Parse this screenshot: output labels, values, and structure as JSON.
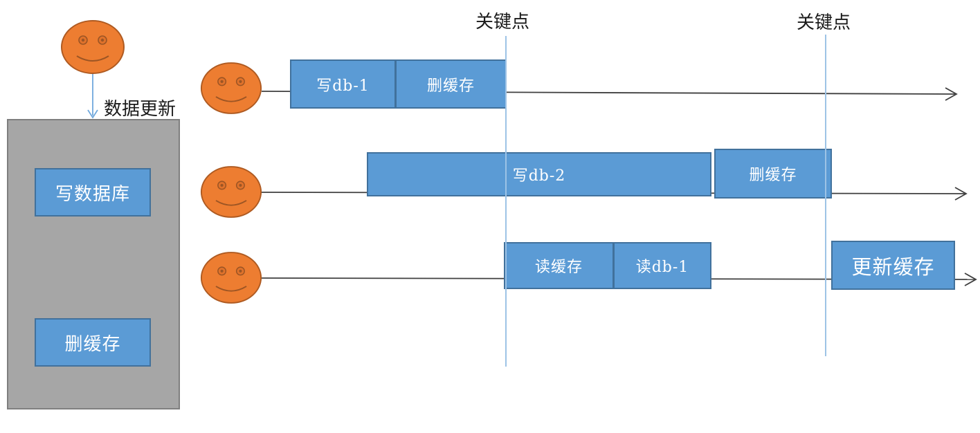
{
  "updater": {
    "label": "数据更新"
  },
  "store": {
    "write_db": "写数据库",
    "delete_cache": "删缓存"
  },
  "checkpoints": {
    "first": "关键点",
    "second": "关键点"
  },
  "timelines": {
    "t1": {
      "write_db1": "写db-1",
      "delete_cache": "删缓存"
    },
    "t2": {
      "write_db2": "写db-2",
      "delete_cache": "删缓存"
    },
    "t3": {
      "read_cache": "读缓存",
      "read_db1": "读db-1",
      "update_cache": "更新缓存"
    }
  },
  "icons": {
    "actor": "smiley-face",
    "timeline_end": "arrow-right",
    "update_flow": "arrow-down"
  },
  "colors": {
    "box_fill": "#5B9BD5",
    "box_border": "#41719C",
    "face_fill": "#ED7D31",
    "face_border": "#AE5A21",
    "gray_fill": "#A6A6A6",
    "gray_border": "#7F7F7F",
    "guide_blue": "#9DC3E6",
    "flow_arrow_blue": "#6FA8DC",
    "timeline_line": "#3F3F3F",
    "box_text": "#FFFFFF",
    "label_text": "#1A1A1A"
  }
}
